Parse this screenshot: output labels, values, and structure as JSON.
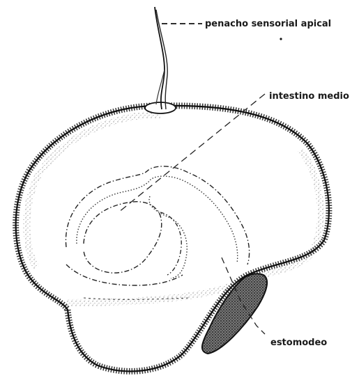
{
  "labels": {
    "apical_tuft": "penacho sensorial apical",
    "midgut": "intestino medio",
    "stomodeum": "estomodeo"
  }
}
